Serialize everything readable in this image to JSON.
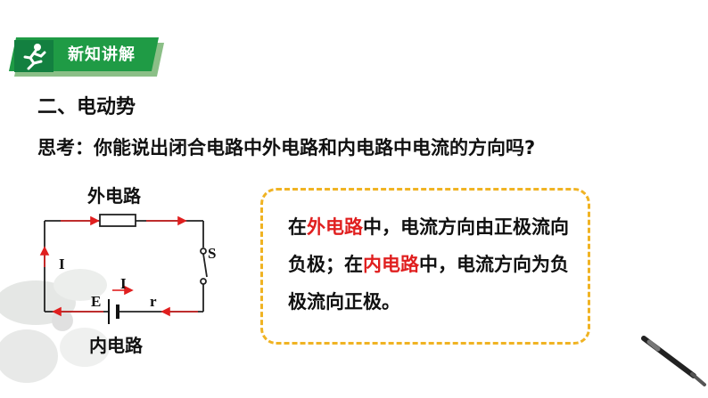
{
  "header": {
    "badge_title": "新知讲解",
    "icon": "runner-icon"
  },
  "section": {
    "title": "二、电动势"
  },
  "question": "思考：你能说出闭合电路中外电路和内电路中电流的方向吗?",
  "circuit": {
    "outer_label": "外电路",
    "inner_label": "内电路",
    "switch_label": "S",
    "current_left": "I",
    "current_inner": "I",
    "emf_label": "E",
    "resistance_label": "r",
    "arrow_color": "#e01f1f"
  },
  "explanation": {
    "p1": "在",
    "p2": "外电路",
    "p3": "中，电流方向由正极流向负极；在",
    "p4": "内电路",
    "p5": "中，电流方向为负极流向正极。"
  },
  "colors": {
    "accent_green": "#1f9b45",
    "highlight_red": "#e01f1f",
    "box_border": "#f0b323"
  }
}
